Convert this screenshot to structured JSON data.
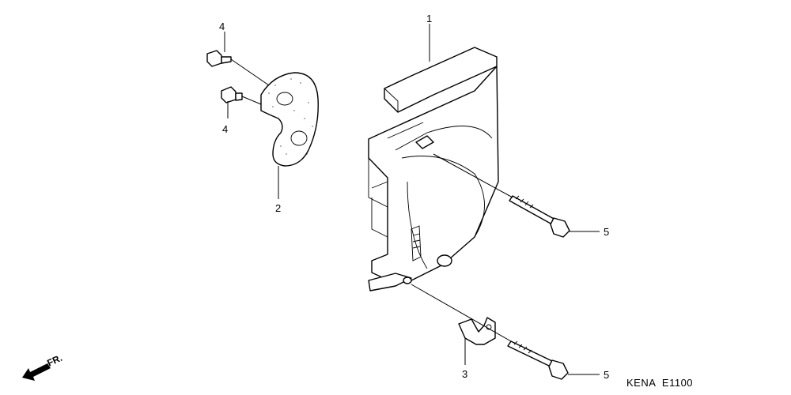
{
  "diagram": {
    "callouts": [
      {
        "id": "c1",
        "text": "1"
      },
      {
        "id": "c2",
        "text": "2"
      },
      {
        "id": "c3",
        "text": "3"
      },
      {
        "id": "c4a",
        "text": "4"
      },
      {
        "id": "c4b",
        "text": "4"
      },
      {
        "id": "c5a",
        "text": "5"
      },
      {
        "id": "c5b",
        "text": "5"
      }
    ],
    "front_indicator": "FR.",
    "drawing_code": "KENA  E1100"
  }
}
